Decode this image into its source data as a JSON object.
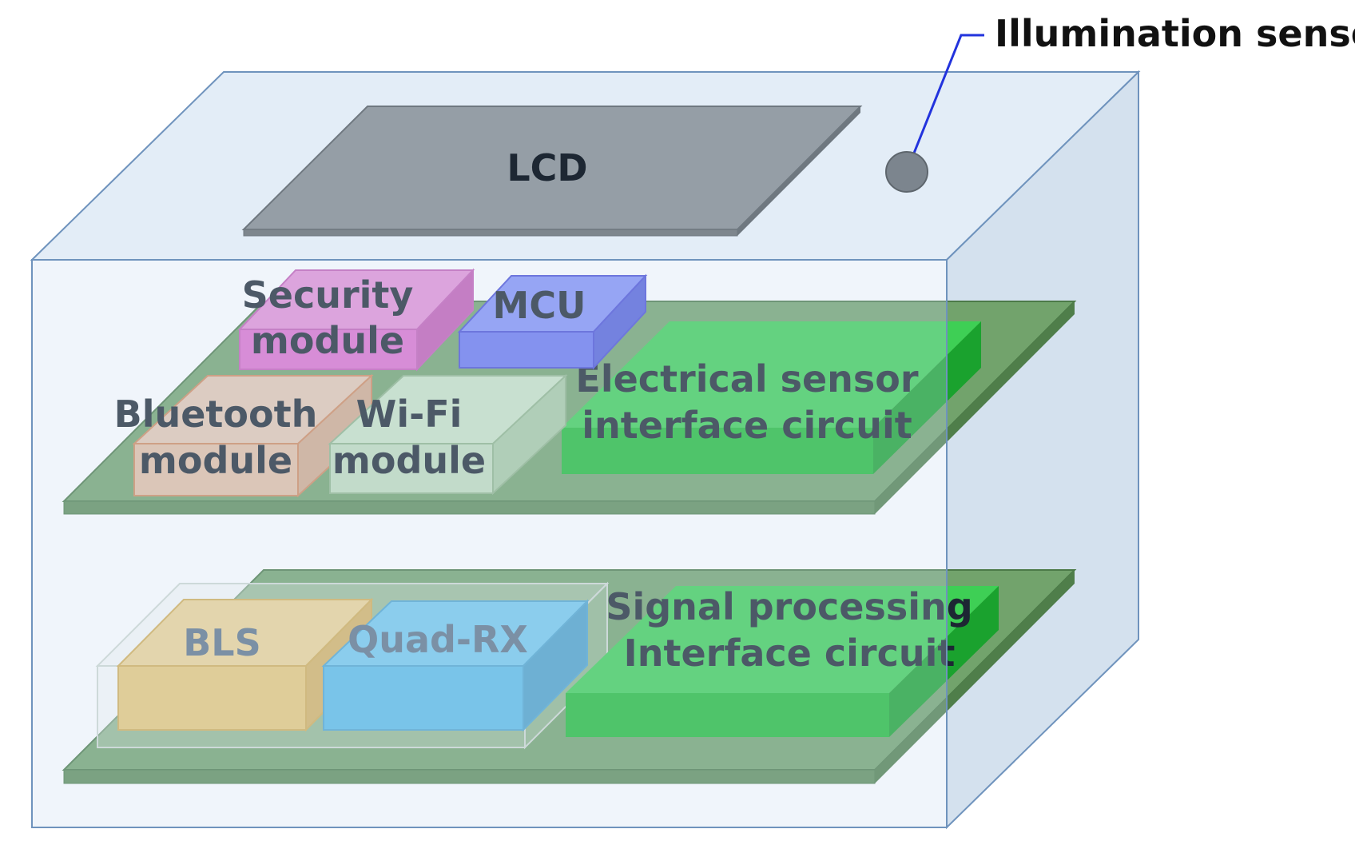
{
  "components": {
    "lcd": "LCD",
    "illumination_sensor": "Illumination sensor",
    "security_module": [
      "Security",
      "module"
    ],
    "mcu": "MCU",
    "bluetooth_module": [
      "Bluetooth",
      "module"
    ],
    "wifi_module": [
      "Wi-Fi",
      "module"
    ],
    "electrical_sensor_circuit": [
      "Electrical sensor",
      "interface circuit"
    ],
    "bls": "BLS",
    "quad_rx": "Quad-RX",
    "signal_processing_circuit": [
      "Signal processing",
      "Interface circuit"
    ]
  },
  "colors": {
    "enclosure": "#dce8f4",
    "enclosure_edge": "#6f93bd",
    "lcd": "#959ea6",
    "board": "#72a36c",
    "security": "#e27ed3",
    "mcu": "#6e7cf2",
    "bluetooth": "#e2bea3",
    "wifi": "#bfdcbb",
    "circuit": "#22c43a",
    "bls": "#e8c878",
    "quad_rx": "#5bbbe6",
    "sensor_lead": "#2233dd"
  }
}
